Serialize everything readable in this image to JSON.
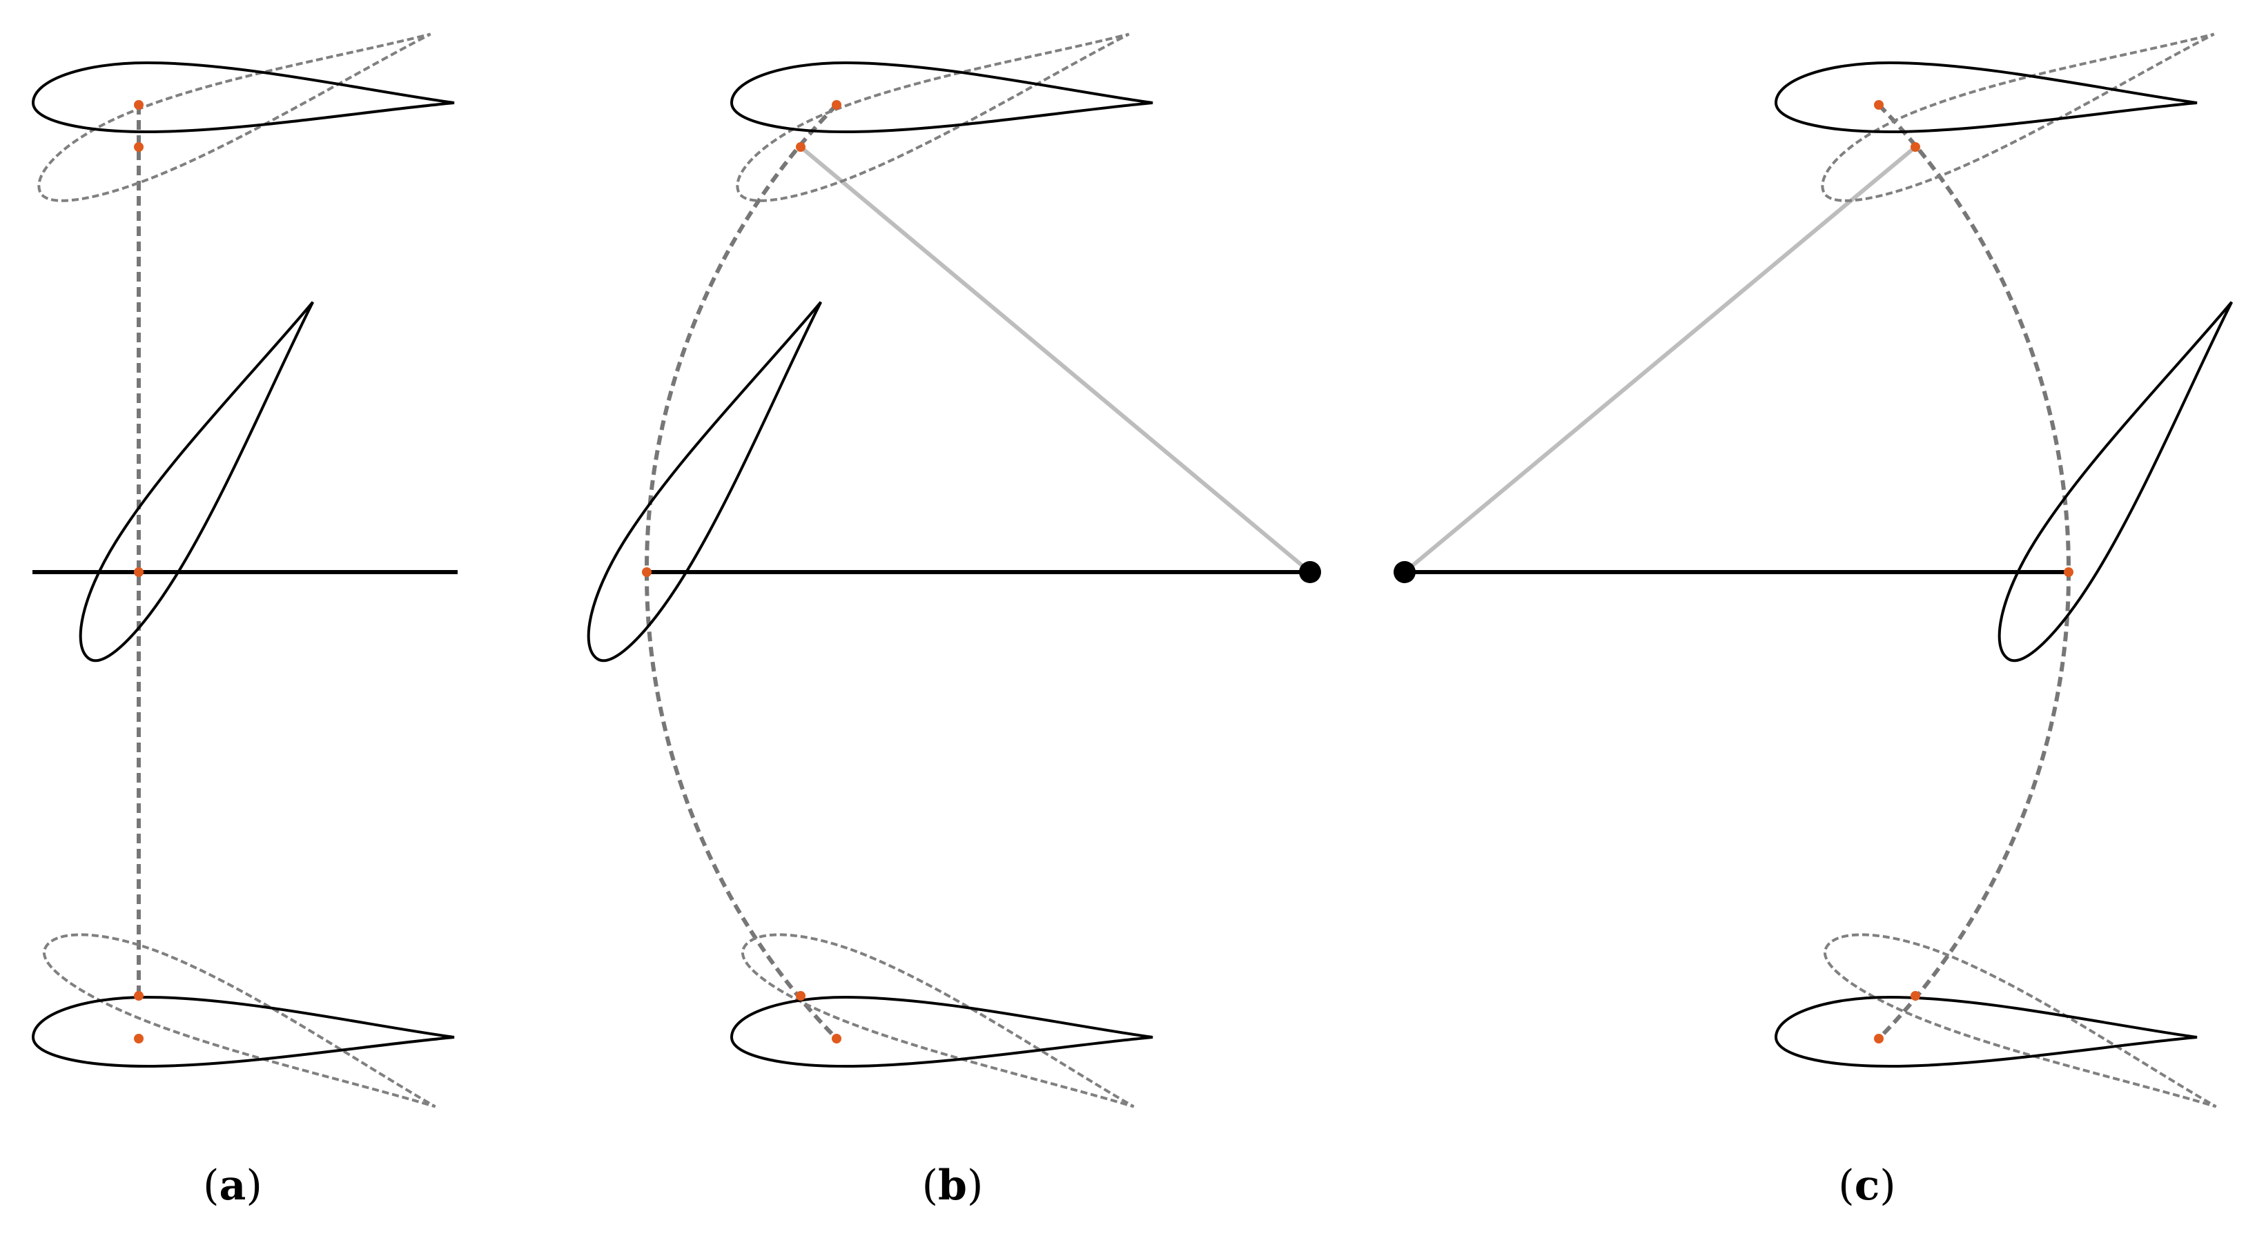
{
  "panels": [
    {
      "id": "a",
      "label": "a"
    },
    {
      "id": "b",
      "label": "b"
    },
    {
      "id": "c",
      "label": "c"
    }
  ],
  "caption_open": "(",
  "caption_close": ")",
  "colors": {
    "airfoil_solid": "#000000",
    "airfoil_ghost": "#808080",
    "path_dashed": "#777777",
    "arm": "#bdbdbd",
    "marker": "#e05a1e",
    "pivot": "#000000"
  },
  "icons": {
    "airfoil": "airfoil-shape",
    "pivot": "filled-circle",
    "marker": "filled-dot"
  }
}
